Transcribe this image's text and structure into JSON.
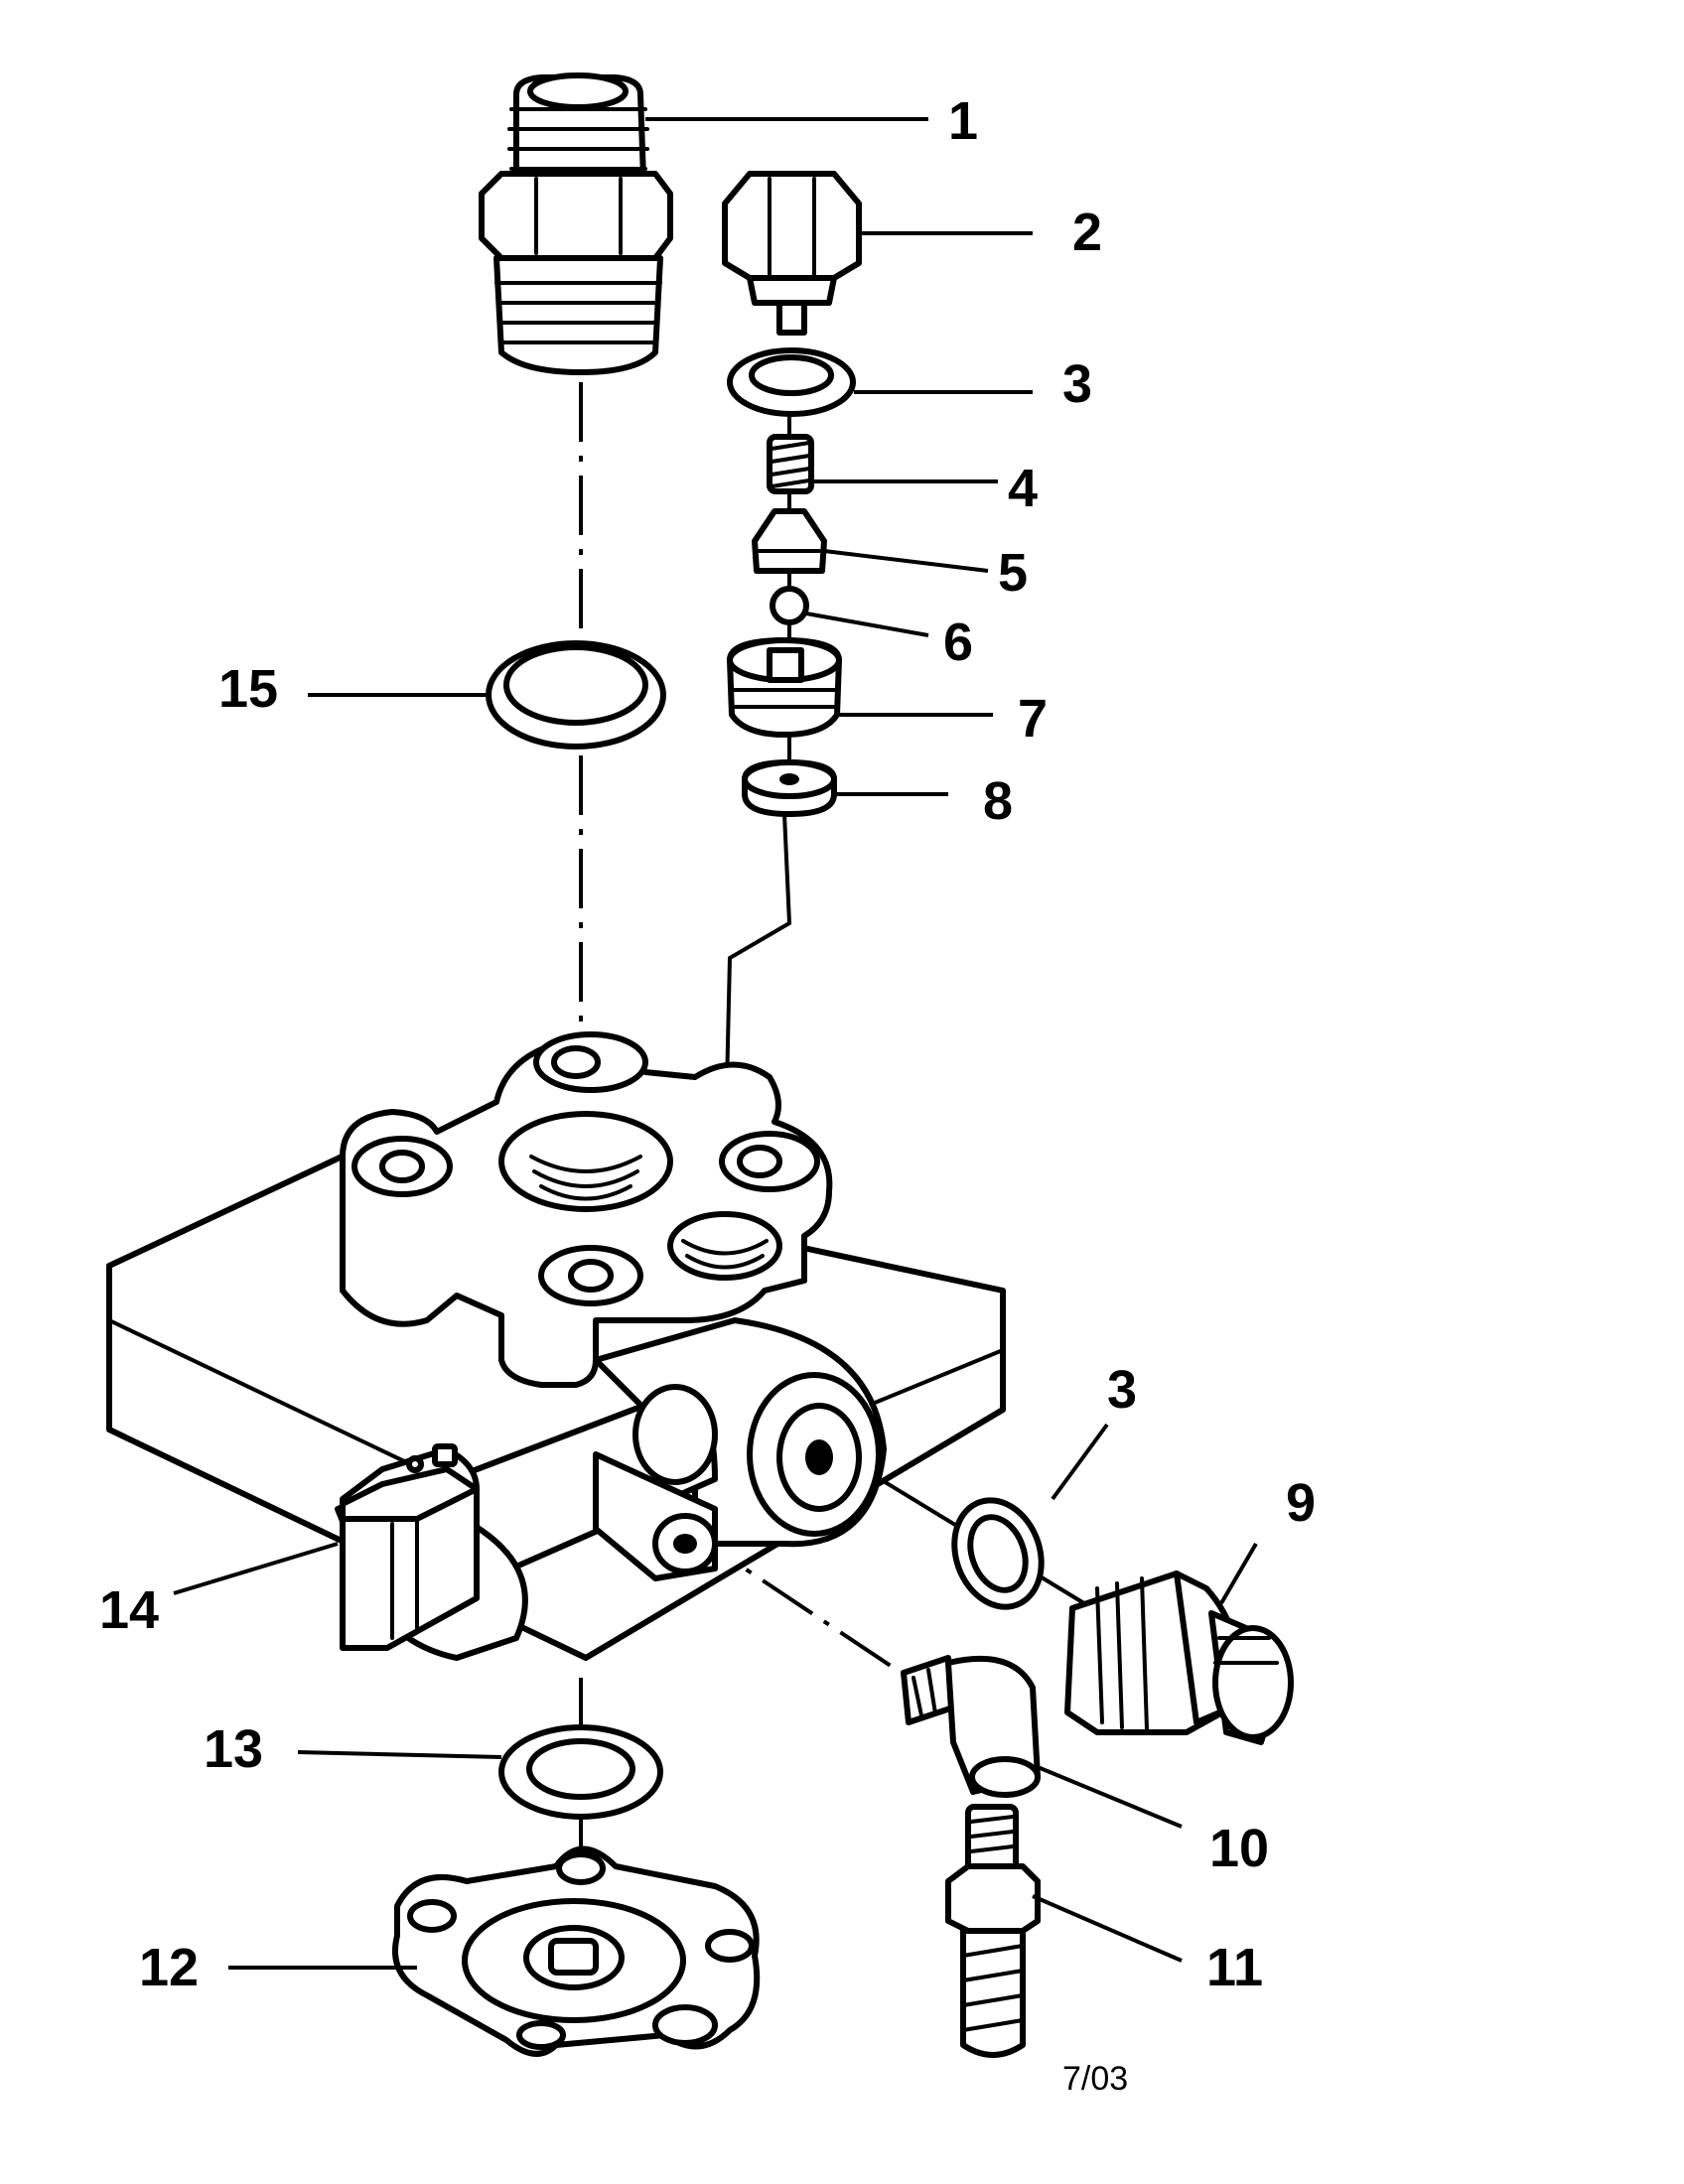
{
  "callouts": [
    {
      "id": "1",
      "label": "1"
    },
    {
      "id": "2",
      "label": "2"
    },
    {
      "id": "3a",
      "label": "3"
    },
    {
      "id": "4",
      "label": "4"
    },
    {
      "id": "5",
      "label": "5"
    },
    {
      "id": "6",
      "label": "6"
    },
    {
      "id": "7",
      "label": "7"
    },
    {
      "id": "8",
      "label": "8"
    },
    {
      "id": "15",
      "label": "15"
    },
    {
      "id": "3b",
      "label": "3"
    },
    {
      "id": "9",
      "label": "9"
    },
    {
      "id": "14",
      "label": "14"
    },
    {
      "id": "13",
      "label": "13"
    },
    {
      "id": "10",
      "label": "10"
    },
    {
      "id": "12",
      "label": "12"
    },
    {
      "id": "11",
      "label": "11"
    }
  ],
  "revision": "7/03"
}
